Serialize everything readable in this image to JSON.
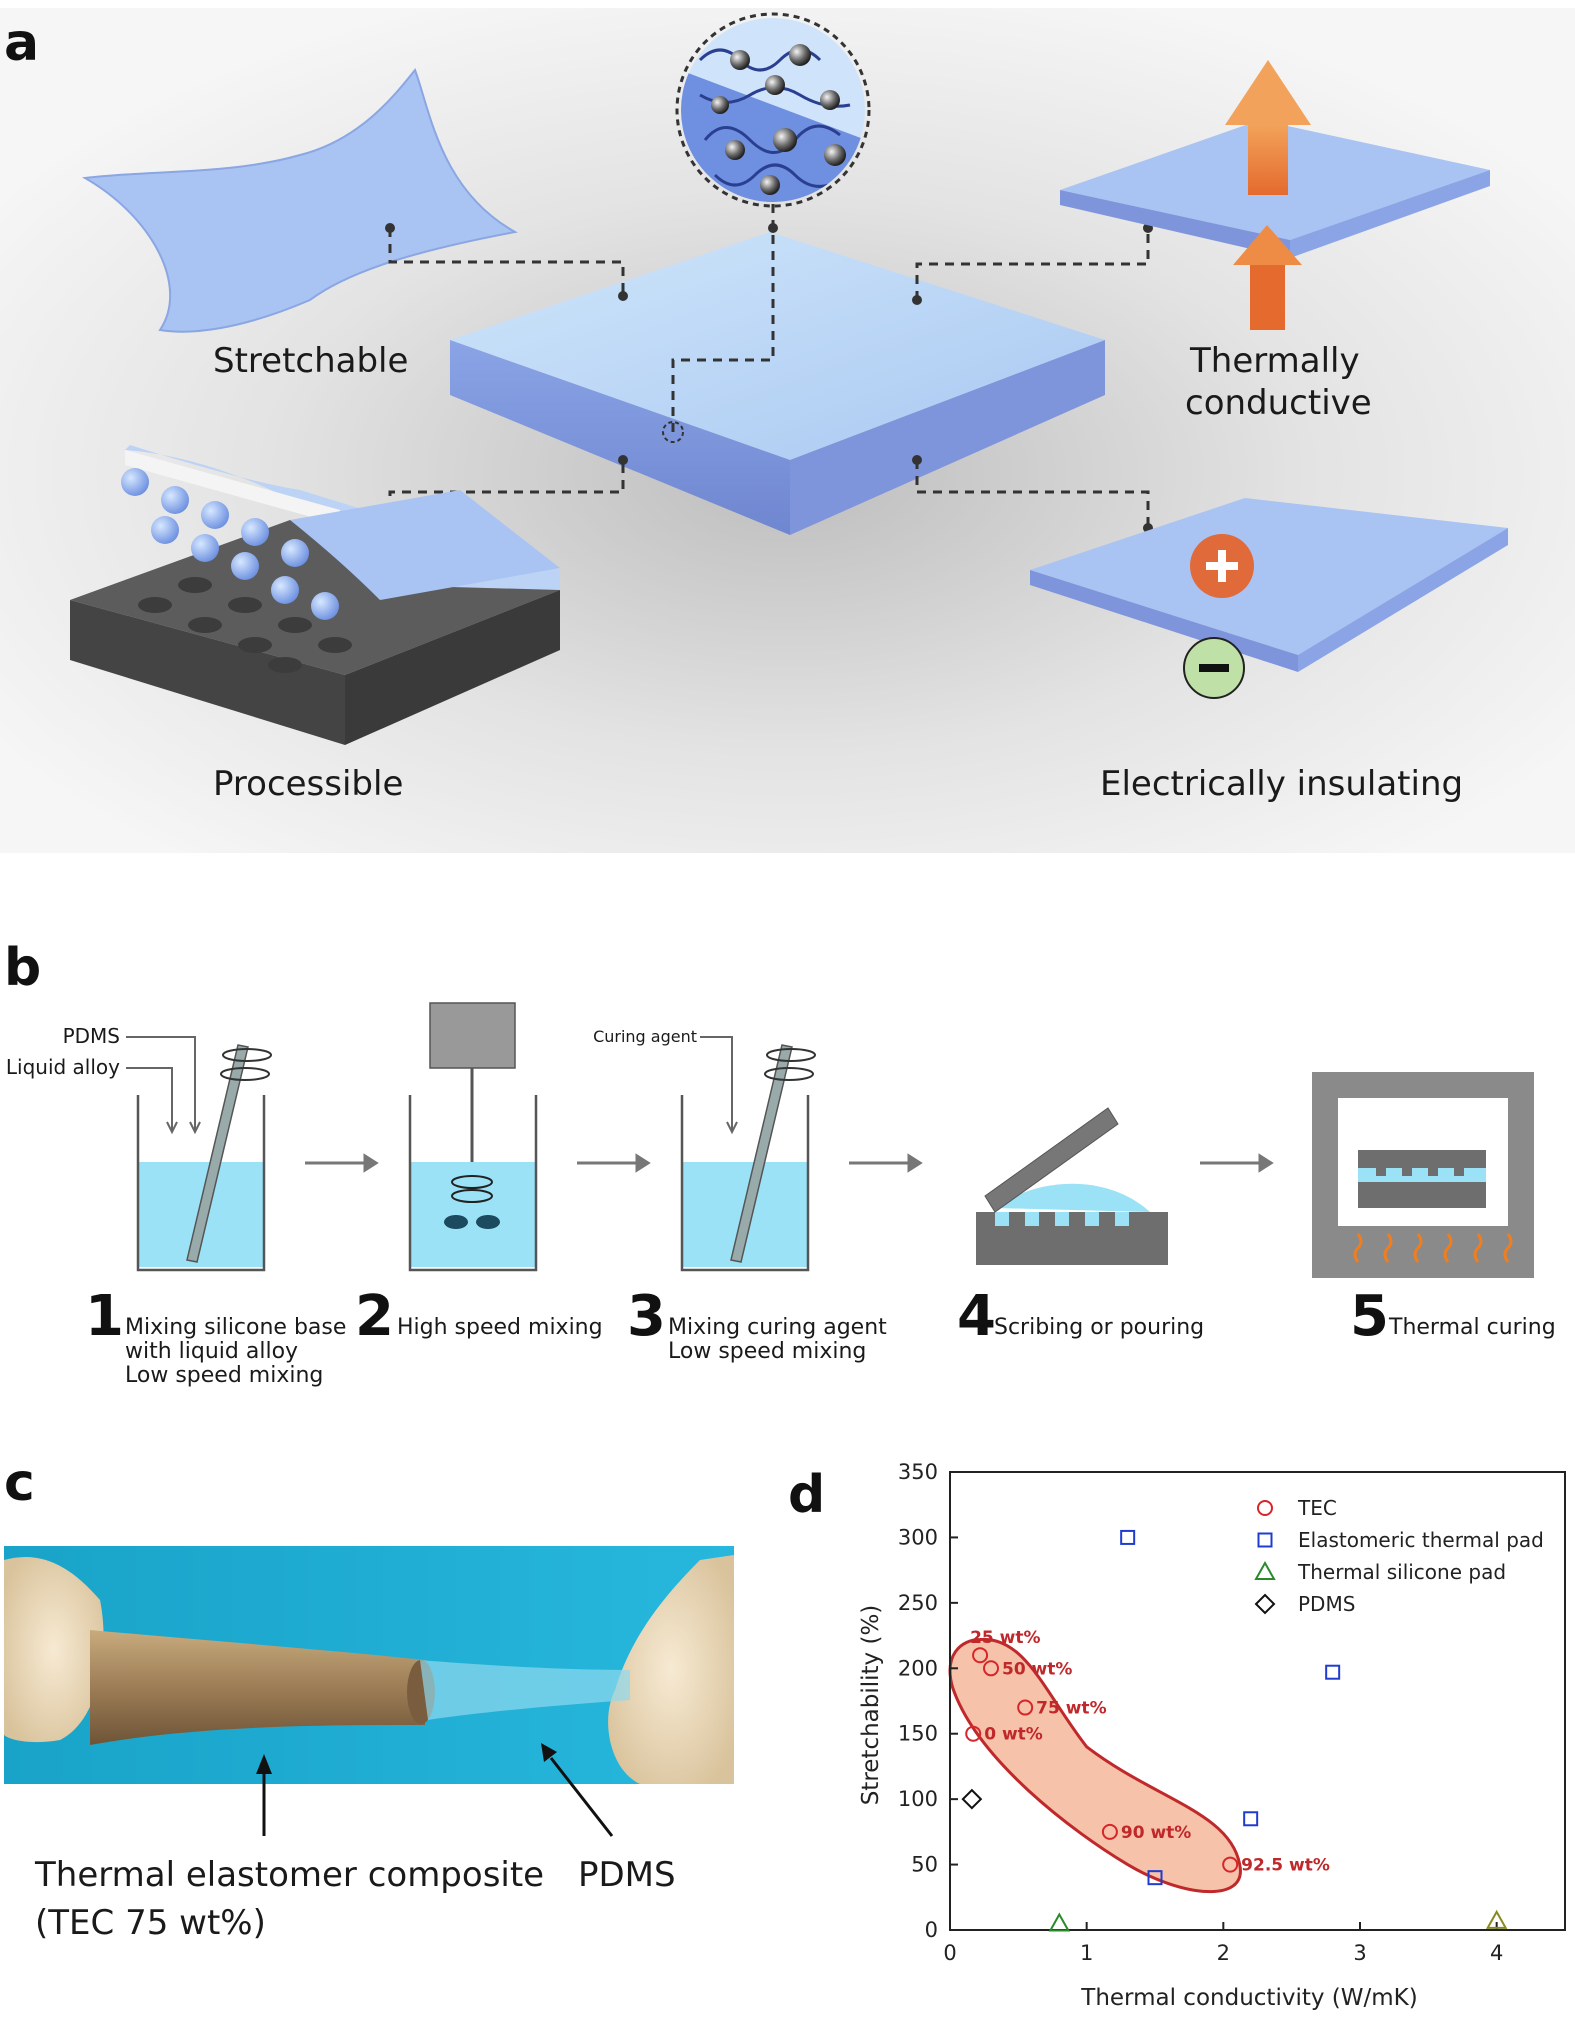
{
  "panel_a": {
    "letter": "a",
    "labels": {
      "stretchable": "Stretchable",
      "thermally_line1": "Thermally",
      "thermally_line2": "conductive",
      "processible": "Processible",
      "electrically": "Electrically insulating"
    },
    "icons": [
      "plus-icon",
      "minus-icon",
      "arrow-up-icon"
    ]
  },
  "panel_b": {
    "letter": "b",
    "inputs": {
      "pdms": "PDMS",
      "liquid_alloy": "Liquid alloy",
      "curing_agent": "Curing agent"
    },
    "steps": [
      {
        "num": "1",
        "lines": [
          "Mixing silicone base",
          "with liquid alloy",
          "Low speed mixing"
        ]
      },
      {
        "num": "2",
        "lines": [
          "High speed mixing"
        ]
      },
      {
        "num": "3",
        "lines": [
          "Mixing curing agent",
          "Low speed mixing"
        ]
      },
      {
        "num": "4",
        "lines": [
          "Scribing or pouring"
        ]
      },
      {
        "num": "5",
        "lines": [
          "Thermal curing"
        ]
      }
    ]
  },
  "panel_c": {
    "letter": "c",
    "label_tec_line1": "Thermal elastomer composite",
    "label_tec_line2": "(TEC 75 wt%)",
    "label_pdms": "PDMS"
  },
  "panel_d": {
    "letter": "d"
  },
  "chart_data": {
    "type": "scatter",
    "xlabel": "Thermal conductivity (W/mK)",
    "ylabel": "Stretchability (%)",
    "xlim": [
      0,
      4.5
    ],
    "ylim": [
      0,
      350
    ],
    "xticks": [
      0,
      1,
      2,
      3,
      4
    ],
    "yticks": [
      0,
      50,
      100,
      150,
      200,
      250,
      300,
      350
    ],
    "legend_position": "top-right",
    "series": [
      {
        "name": "TEC",
        "marker": "circle",
        "color": "#d7262b",
        "points": [
          {
            "x": 0.22,
            "y": 210,
            "label": "25 wt%"
          },
          {
            "x": 0.3,
            "y": 200,
            "label": "50 wt%"
          },
          {
            "x": 0.55,
            "y": 170,
            "label": "75 wt%"
          },
          {
            "x": 0.17,
            "y": 150,
            "label": "0 wt%"
          },
          {
            "x": 1.17,
            "y": 75,
            "label": "90 wt%"
          },
          {
            "x": 2.05,
            "y": 50,
            "label": "92.5 wt%"
          }
        ]
      },
      {
        "name": "Elastomeric thermal pad",
        "marker": "square",
        "color": "#1f3ccf",
        "points": [
          {
            "x": 1.3,
            "y": 300
          },
          {
            "x": 2.8,
            "y": 197
          },
          {
            "x": 2.2,
            "y": 85
          },
          {
            "x": 1.5,
            "y": 40
          }
        ]
      },
      {
        "name": "Thermal silicone pad",
        "marker": "triangle",
        "color": "#2a8a2a",
        "points": [
          {
            "x": 0.8,
            "y": 5,
            "color": "#2a8a2a"
          },
          {
            "x": 4.0,
            "y": 7,
            "color": "#8a8a20"
          }
        ]
      },
      {
        "name": "PDMS",
        "marker": "diamond",
        "color": "#111111",
        "points": [
          {
            "x": 0.16,
            "y": 100
          }
        ]
      }
    ],
    "highlight_region": {
      "color": "#f4b79a",
      "edge": "#c0292b"
    }
  }
}
